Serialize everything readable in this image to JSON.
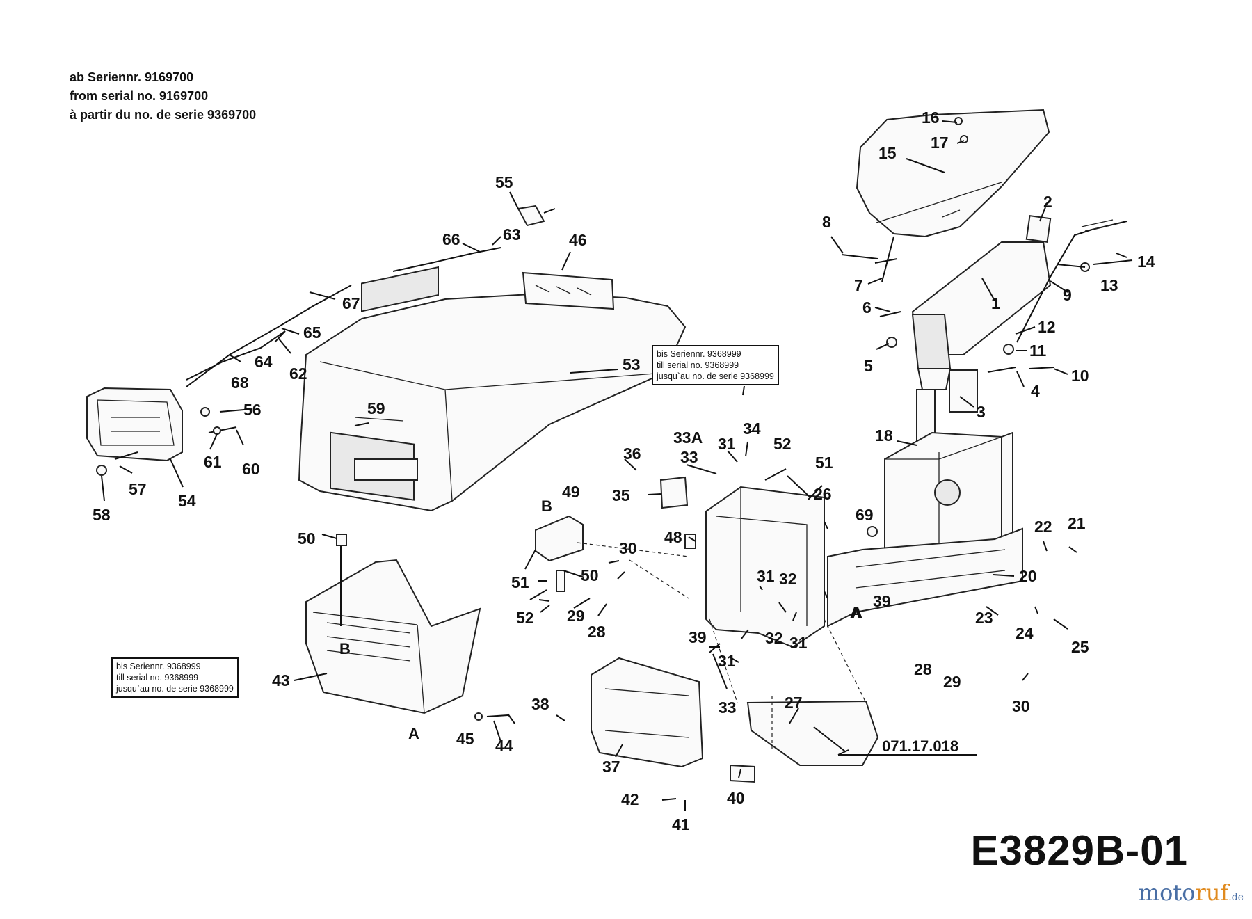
{
  "header_note": [
    "ab Seriennr. 9169700",
    "from serial no. 9169700",
    "à partir du no. de serie 9369700"
  ],
  "serial_box_hood": [
    "bis Seriennr. 9368999",
    "till serial no. 9368999",
    "jusqu`au no. de serie 9368999"
  ],
  "serial_box_cover": [
    "bis Seriennr. 9368999",
    "till serial no. 9368999",
    "jusqu`au no. de serie 9368999"
  ],
  "drawing_code": "E3829B-01",
  "reference_part": "071.17.018",
  "watermark": {
    "main_a": "moto",
    "main_b": "ruf",
    "suffix": ".de"
  },
  "labels": {
    "p1": "1",
    "p2": "2",
    "p3": "3",
    "p4": "4",
    "p5": "5",
    "p6": "6",
    "p7": "7",
    "p8": "8",
    "p9": "9",
    "p10": "10",
    "p11": "11",
    "p12": "12",
    "p13": "13",
    "p14": "14",
    "p15": "15",
    "p16": "16",
    "p17": "17",
    "p18": "18",
    "p20": "20",
    "p21": "21",
    "p22": "22",
    "p23": "23",
    "p24": "24",
    "p25": "25",
    "p26": "26",
    "p27": "27",
    "p28": "28",
    "p29": "29",
    "p30": "30",
    "p31": "31",
    "p32": "32",
    "p33": "33",
    "p33a": "33A",
    "p34": "34",
    "p35": "35",
    "p36": "36",
    "p37": "37",
    "p38": "38",
    "p39": "39",
    "p40": "40",
    "p41": "41",
    "p42": "42",
    "p43": "43",
    "p44": "44",
    "p45": "45",
    "p46": "46",
    "p48": "48",
    "p49": "49",
    "p50": "50",
    "p51": "51",
    "p52": "52",
    "p53": "53",
    "p54": "54",
    "p55": "55",
    "p56": "56",
    "p57": "57",
    "p58": "58",
    "p59": "59",
    "p60": "60",
    "p61": "61",
    "p62": "62",
    "p63": "63",
    "p64": "64",
    "p65": "65",
    "p66": "66",
    "p67": "67",
    "p68": "68",
    "p69": "69",
    "ref_a": "A",
    "ref_b": "B"
  }
}
